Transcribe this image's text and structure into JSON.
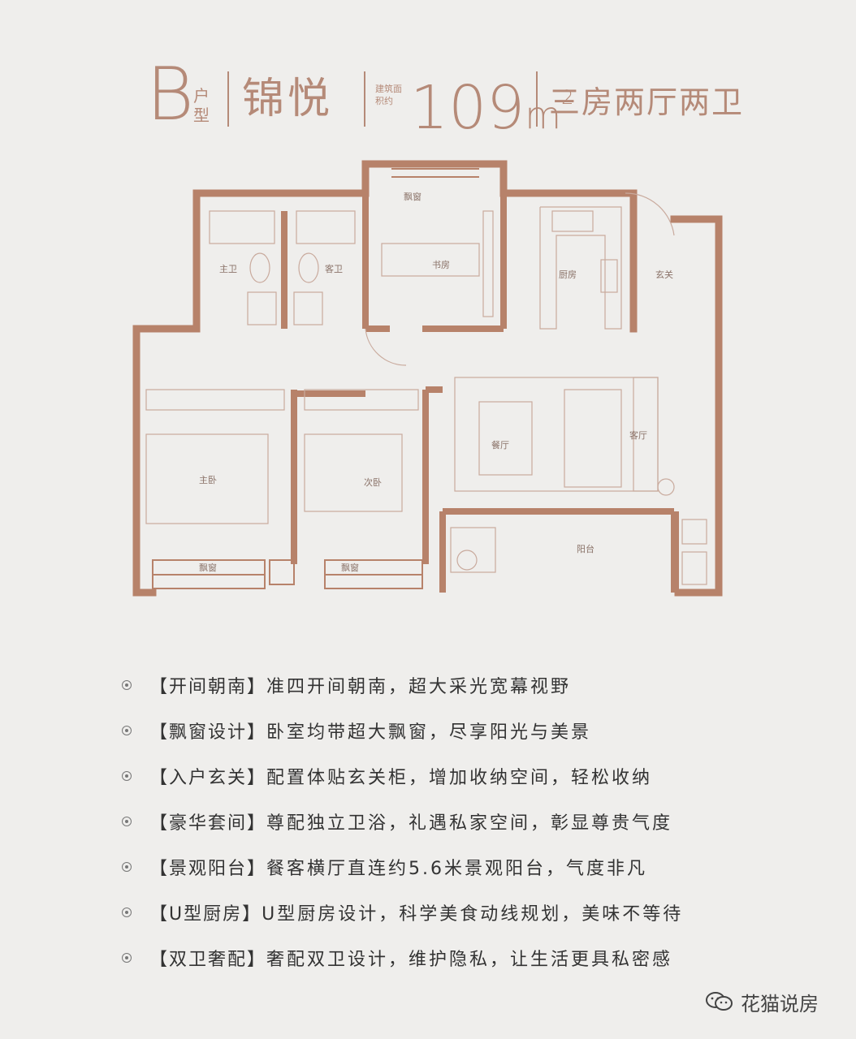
{
  "header": {
    "type_letter": "B",
    "type_sub": "户型",
    "name": "锦悦",
    "area_label": "建筑面积约",
    "area_value": "109",
    "area_unit": "m",
    "area_exp": "2",
    "rooms": "三房两厅两卫"
  },
  "rooms": {
    "bay_window_top": "飘窗",
    "master_bath": "主卫",
    "guest_bath": "客卫",
    "study": "书房",
    "kitchen": "厨房",
    "entrance": "玄关",
    "master_bedroom": "主卧",
    "second_bedroom": "次卧",
    "dining": "餐厅",
    "living": "客厅",
    "balcony": "阳台",
    "bay_window_left": "飘窗",
    "bay_window_mid": "飘窗"
  },
  "features": [
    {
      "tag": "【开间朝南】",
      "desc": "准四开间朝南，超大采光宽幕视野"
    },
    {
      "tag": "【飘窗设计】",
      "desc": "卧室均带超大飘窗，尽享阳光与美景"
    },
    {
      "tag": "【入户玄关】",
      "desc": "配置体贴玄关柜，增加收纳空间，轻松收纳"
    },
    {
      "tag": "【豪华套间】",
      "desc": "尊配独立卫浴，礼遇私家空间，彰显尊贵气度"
    },
    {
      "tag": "【景观阳台】",
      "desc": "餐客横厅直连约5.6米景观阳台，气度非凡"
    },
    {
      "tag": "【U型厨房】",
      "desc": "U型厨房设计，科学美食动线规划，美味不等待"
    },
    {
      "tag": "【双卫奢配】",
      "desc": "奢配双卫设计，维护隐私，让生活更具私密感"
    }
  ],
  "watermark": {
    "text": "花猫说房",
    "icon": "wechat-icon"
  },
  "colors": {
    "wall": "#b7826a",
    "accent": "#b58a78",
    "background": "#efeeec"
  }
}
